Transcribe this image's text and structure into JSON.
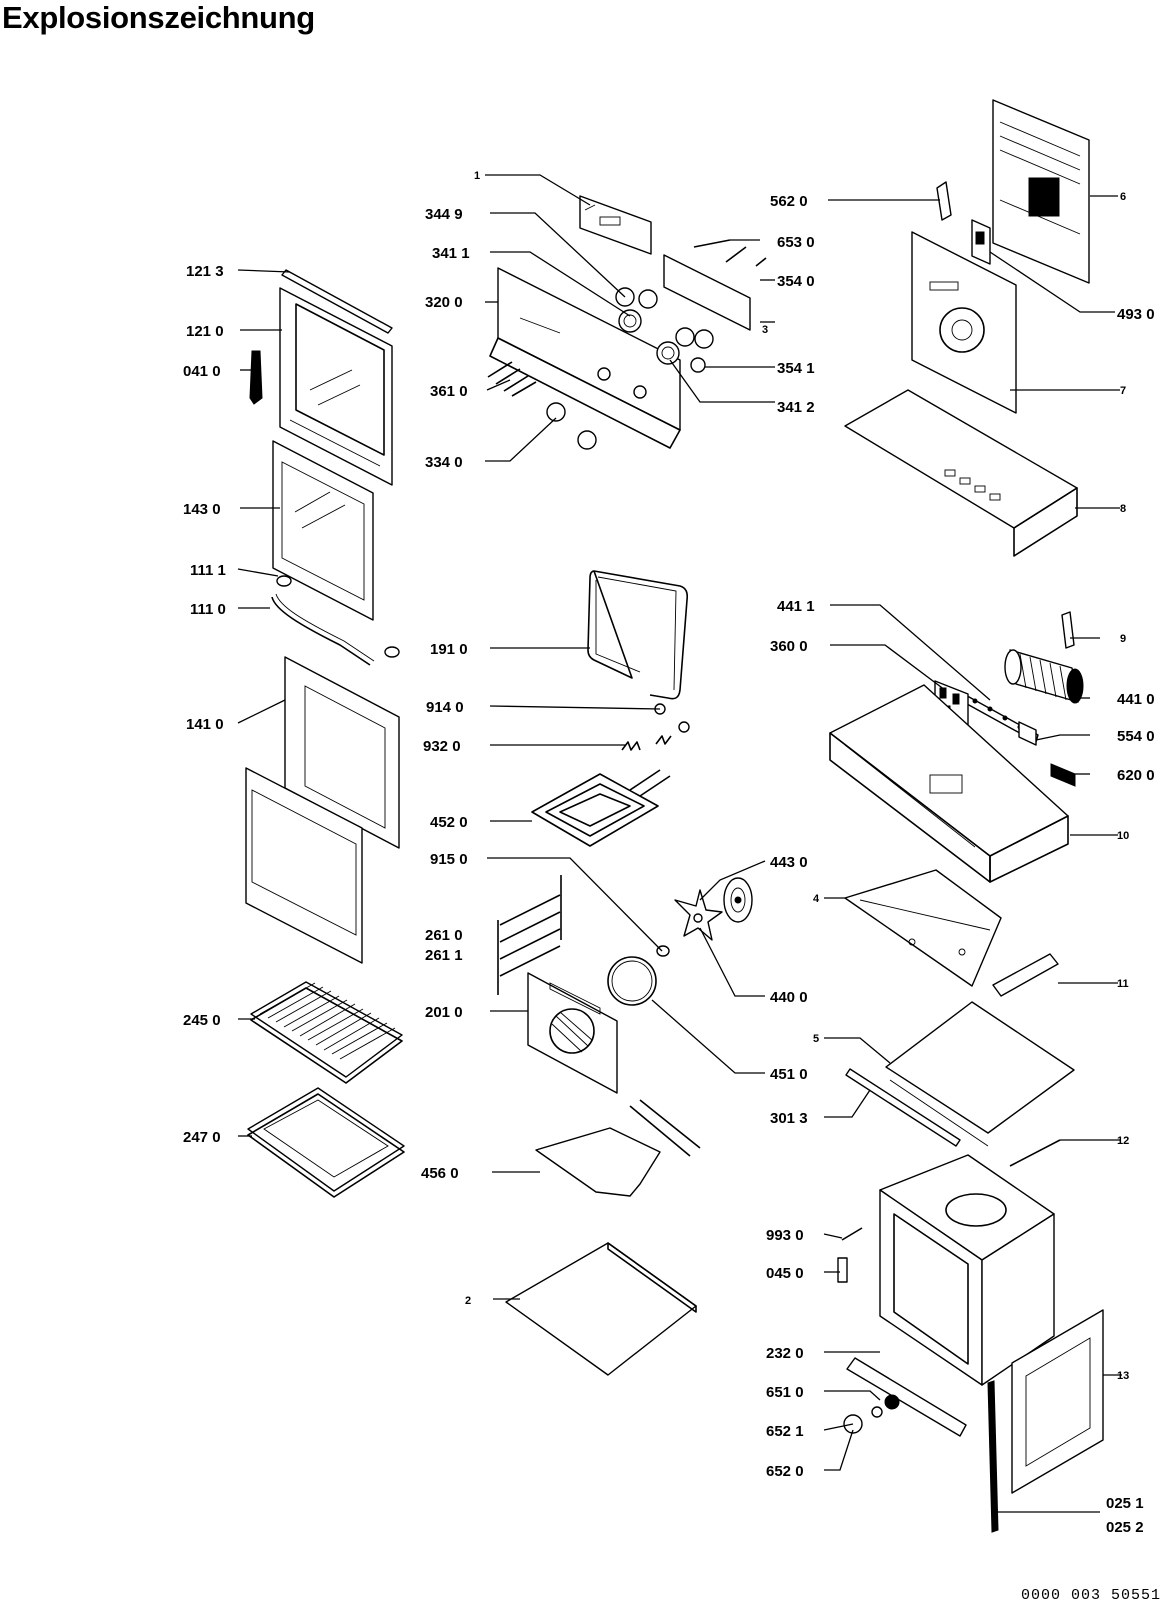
{
  "title": "Explosionszeichnung",
  "document_number": "0000 003 50551",
  "labels": {
    "l1": "1",
    "l344_9": "344 9",
    "l341_1": "341 1",
    "l320_0": "320 0",
    "l361_0": "361 0",
    "l334_0": "334 0",
    "l653_0": "653 0",
    "l354_0": "354 0",
    "l3": "3",
    "l354_1": "354 1",
    "l341_2": "341 2",
    "l562_0": "562 0",
    "l6": "6",
    "l493_0": "493 0",
    "l7": "7",
    "l8": "8",
    "l121_3": "121 3",
    "l121_0": "121 0",
    "l041_0": "041 0",
    "l143_0": "143 0",
    "l111_1": "111 1",
    "l111_0": "111 0",
    "l141_0": "141 0",
    "l245_0": "245 0",
    "l247_0": "247 0",
    "l191_0": "191 0",
    "l914_0": "914 0",
    "l932_0": "932 0",
    "l452_0": "452 0",
    "l915_0": "915 0",
    "l261_0": "261 0",
    "l261_1": "261 1",
    "l201_0": "201 0",
    "l456_0": "456 0",
    "l2": "2",
    "l441_1": "441 1",
    "l360_0": "360 0",
    "l9": "9",
    "l441_0": "441 0",
    "l554_0": "554 0",
    "l620_0": "620 0",
    "l10": "10",
    "l443_0": "443 0",
    "l4": "4",
    "l440_0": "440 0",
    "l11": "11",
    "l5": "5",
    "l451_0": "451 0",
    "l301_3": "301 3",
    "l12": "12",
    "l993_0": "993 0",
    "l045_0": "045 0",
    "l232_0": "232 0",
    "l651_0": "651 0",
    "l652_1": "652 1",
    "l652_0": "652 0",
    "l13": "13",
    "l025_1": "025 1",
    "l025_2": "025 2"
  }
}
